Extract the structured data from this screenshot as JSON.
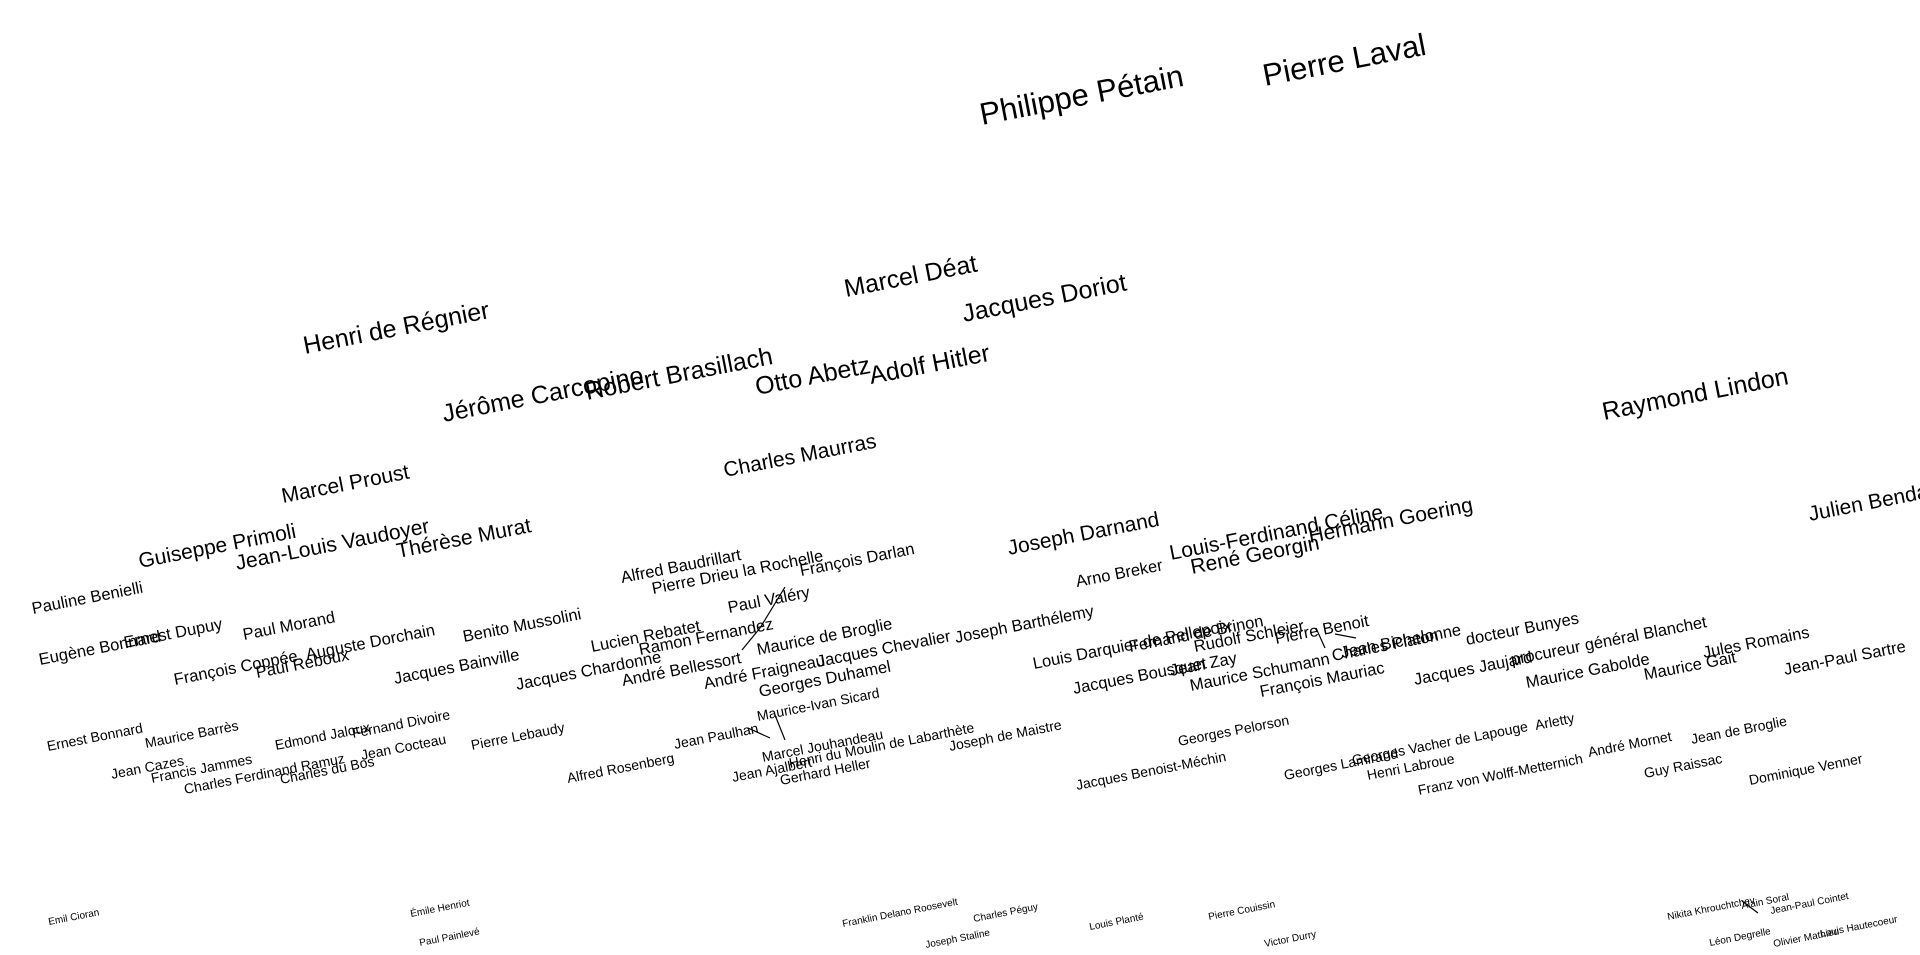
{
  "text_color": "#000000",
  "background_color": "#ffffff",
  "labels": [
    {
      "id": "w-petain",
      "text": "Philippe Pétain",
      "tier": "xl"
    },
    {
      "id": "w-laval",
      "text": "Pierre Laval",
      "tier": "xl"
    },
    {
      "id": "w-deat",
      "text": "Marcel Déat",
      "tier": "l"
    },
    {
      "id": "w-doriot",
      "text": "Jacques Doriot",
      "tier": "l"
    },
    {
      "id": "w-regnier",
      "text": "Henri de Régnier",
      "tier": "l"
    },
    {
      "id": "w-brasillach",
      "text": "Robert Brasillach",
      "tier": "l"
    },
    {
      "id": "w-carcopino",
      "text": "Jérôme Carcopino",
      "tier": "l"
    },
    {
      "id": "w-abetz",
      "text": "Otto Abetz",
      "tier": "l"
    },
    {
      "id": "w-hitler",
      "text": "Adolf Hitler",
      "tier": "l"
    },
    {
      "id": "w-lindon",
      "text": "Raymond Lindon",
      "tier": "l"
    },
    {
      "id": "w-maurras",
      "text": "Charles Maurras",
      "tier": "ml"
    },
    {
      "id": "w-proust",
      "text": "Marcel Proust",
      "tier": "ml"
    },
    {
      "id": "w-primoli",
      "text": "Guiseppe Primoli",
      "tier": "ml"
    },
    {
      "id": "w-vaudoyer",
      "text": "Jean-Louis Vaudoyer",
      "tier": "ml"
    },
    {
      "id": "w-murat",
      "text": "Thérèse Murat",
      "tier": "ml"
    },
    {
      "id": "w-darnand",
      "text": "Joseph Darnand",
      "tier": "ml"
    },
    {
      "id": "w-celine",
      "text": "Louis-Ferdinand Céline",
      "tier": "ml"
    },
    {
      "id": "w-goering",
      "text": "Hermann Goering",
      "tier": "ml"
    },
    {
      "id": "w-benda",
      "text": "Julien Benda",
      "tier": "ml"
    },
    {
      "id": "w-georgin",
      "text": "René Georgin",
      "tier": "ml"
    },
    {
      "id": "w-breker",
      "text": "Arno Breker",
      "tier": "m"
    },
    {
      "id": "w-baudrillart",
      "text": "Alfred Baudrillart",
      "tier": "m"
    },
    {
      "id": "w-drieu",
      "text": "Pierre Drieu la Rochelle",
      "tier": "m"
    },
    {
      "id": "w-darlan",
      "text": "François Darlan",
      "tier": "m"
    },
    {
      "id": "w-benielli",
      "text": "Pauline Benielli",
      "tier": "m"
    },
    {
      "id": "w-valery",
      "text": "Paul Valéry",
      "tier": "m"
    },
    {
      "id": "w-rebatet",
      "text": "Lucien Rebatet",
      "tier": "m"
    },
    {
      "id": "w-fernandez",
      "text": "Ramon Fernandez",
      "tier": "m"
    },
    {
      "id": "w-chardonne",
      "text": "Jacques Chardonne",
      "tier": "m"
    },
    {
      "id": "w-bellessort",
      "text": "André Bellessort",
      "tier": "m"
    },
    {
      "id": "w-mussolini",
      "text": "Benito Mussolini",
      "tier": "m"
    },
    {
      "id": "w-bainville",
      "text": "Jacques Bainville",
      "tier": "m"
    },
    {
      "id": "w-dorchain",
      "text": "Auguste Dorchain",
      "tier": "m"
    },
    {
      "id": "w-bonnard-e",
      "text": "Eugène Bonnard",
      "tier": "m"
    },
    {
      "id": "w-dupuy",
      "text": "Ernest Dupuy",
      "tier": "m"
    },
    {
      "id": "w-morand",
      "text": "Paul Morand",
      "tier": "m"
    },
    {
      "id": "w-coppee",
      "text": "François Coppée",
      "tier": "m"
    },
    {
      "id": "w-reboux",
      "text": "Paul Reboux",
      "tier": "m"
    },
    {
      "id": "w-broglie-m",
      "text": "Maurice de Broglie",
      "tier": "m"
    },
    {
      "id": "w-fraigneau",
      "text": "André Fraigneau",
      "tier": "m"
    },
    {
      "id": "w-chevalier",
      "text": "Jacques Chevalier",
      "tier": "m"
    },
    {
      "id": "w-duhamel",
      "text": "Georges Duhamel",
      "tier": "m"
    },
    {
      "id": "w-barthelemy",
      "text": "Joseph Barthélemy",
      "tier": "m"
    },
    {
      "id": "w-pellepoix",
      "text": "Louis Darquier de Pellepoix",
      "tier": "m"
    },
    {
      "id": "w-brinon",
      "text": "Fernand de Brinon",
      "tier": "m"
    },
    {
      "id": "w-bousquet",
      "text": "Jacques Bousquet",
      "tier": "m"
    },
    {
      "id": "w-schleier",
      "text": "Rudolf Schleier",
      "tier": "m"
    },
    {
      "id": "w-zay",
      "text": "Jean Zay",
      "tier": "m"
    },
    {
      "id": "w-benoit",
      "text": "Pierre Benoit",
      "tier": "m"
    },
    {
      "id": "w-schumann",
      "text": "Maurice Schumann",
      "tier": "m"
    },
    {
      "id": "w-platon",
      "text": "Charles Platon",
      "tier": "m"
    },
    {
      "id": "w-mauriac",
      "text": "François Mauriac",
      "tier": "m"
    },
    {
      "id": "w-bichelonne",
      "text": "Jean Bichelonne",
      "tier": "m"
    },
    {
      "id": "w-bunyes",
      "text": "docteur Bunyes",
      "tier": "m"
    },
    {
      "id": "w-jaujard",
      "text": "Jacques Jaujard",
      "tier": "m"
    },
    {
      "id": "w-blanchet",
      "text": "procureur général Blanchet",
      "tier": "m"
    },
    {
      "id": "w-gabolde",
      "text": "Maurice Gabolde",
      "tier": "m"
    },
    {
      "id": "w-gait",
      "text": "Maurice Gait",
      "tier": "m"
    },
    {
      "id": "w-romains",
      "text": "Jules Romains",
      "tier": "m"
    },
    {
      "id": "w-sartre",
      "text": "Jean-Paul Sartre",
      "tier": "m"
    },
    {
      "id": "w-sicard",
      "text": "Maurice-Ivan Sicard",
      "tier": "s"
    },
    {
      "id": "w-rosenberg",
      "text": "Alfred Rosenberg",
      "tier": "s"
    },
    {
      "id": "w-paulhan",
      "text": "Jean Paulhan",
      "tier": "s"
    },
    {
      "id": "w-jouhandeau",
      "text": "Marcel Jouhandeau",
      "tier": "s"
    },
    {
      "id": "w-labarthete",
      "text": "Henri du Moulin de Labarthète",
      "tier": "s"
    },
    {
      "id": "w-ajalbert",
      "text": "Jean Ajalbert",
      "tier": "s"
    },
    {
      "id": "w-heller",
      "text": "Gerhard Heller",
      "tier": "s"
    },
    {
      "id": "w-maistre",
      "text": "Joseph de Maistre",
      "tier": "s"
    },
    {
      "id": "w-benoist-mechin",
      "text": "Jacques Benoist-Méchin",
      "tier": "s"
    },
    {
      "id": "w-pelorson",
      "text": "Georges Pelorson",
      "tier": "s"
    },
    {
      "id": "w-lamirand",
      "text": "Georges Lamirand",
      "tier": "s"
    },
    {
      "id": "w-vacher",
      "text": "Georges Vacher de Lapouge",
      "tier": "s"
    },
    {
      "id": "w-labroue",
      "text": "Henri Labroue",
      "tier": "s"
    },
    {
      "id": "w-arletty",
      "text": "Arletty",
      "tier": "s"
    },
    {
      "id": "w-wolff",
      "text": "Franz von Wolff-Metternich",
      "tier": "s"
    },
    {
      "id": "w-mornet",
      "text": "André Mornet",
      "tier": "s"
    },
    {
      "id": "w-broglie-j",
      "text": "Jean de Broglie",
      "tier": "s"
    },
    {
      "id": "w-raissac",
      "text": "Guy Raissac",
      "tier": "s"
    },
    {
      "id": "w-venner",
      "text": "Dominique Venner",
      "tier": "s"
    },
    {
      "id": "w-bonnard-ern",
      "text": "Ernest Bonnard",
      "tier": "s"
    },
    {
      "id": "w-barres",
      "text": "Maurice Barrès",
      "tier": "s"
    },
    {
      "id": "w-cazes",
      "text": "Jean Cazes",
      "tier": "s"
    },
    {
      "id": "w-jammes",
      "text": "Francis Jammes",
      "tier": "s"
    },
    {
      "id": "w-jaloux",
      "text": "Edmond Jaloux",
      "tier": "s"
    },
    {
      "id": "w-ramuz",
      "text": "Charles Ferdinand Ramuz",
      "tier": "s"
    },
    {
      "id": "w-divoire",
      "text": "Fernand Divoire",
      "tier": "s"
    },
    {
      "id": "w-dubos",
      "text": "Charles du Bos",
      "tier": "s"
    },
    {
      "id": "w-cocteau",
      "text": "Jean Cocteau",
      "tier": "s"
    },
    {
      "id": "w-lebaudy",
      "text": "Pierre Lebaudy",
      "tier": "s"
    },
    {
      "id": "w-cioran",
      "text": "Emil Cioran",
      "tier": "xs"
    },
    {
      "id": "w-henriot",
      "text": "Émile Henriot",
      "tier": "xs"
    },
    {
      "id": "w-painleve",
      "text": "Paul Painlevé",
      "tier": "xs"
    },
    {
      "id": "w-roosevelt",
      "text": "Franklin Delano Roosevelt",
      "tier": "xs"
    },
    {
      "id": "w-staline",
      "text": "Joseph Staline",
      "tier": "xs"
    },
    {
      "id": "w-peguy",
      "text": "Charles Péguy",
      "tier": "xs"
    },
    {
      "id": "w-plante",
      "text": "Louis Planté",
      "tier": "xs"
    },
    {
      "id": "w-couissin",
      "text": "Pierre Couissin",
      "tier": "xs"
    },
    {
      "id": "w-durry",
      "text": "Victor Durry",
      "tier": "xs"
    },
    {
      "id": "w-khrouchtchev",
      "text": "Nikita Khrouchtchev",
      "tier": "xs"
    },
    {
      "id": "w-soral",
      "text": "Alain Soral",
      "tier": "xs"
    },
    {
      "id": "w-cointet",
      "text": "Jean-Paul Cointet",
      "tier": "xs"
    },
    {
      "id": "w-degrelle",
      "text": "Léon Degrelle",
      "tier": "xs"
    },
    {
      "id": "w-mathieu",
      "text": "Olivier Mathieu",
      "tier": "xs"
    },
    {
      "id": "w-hautecoeur",
      "text": "Louis Hautecoeur",
      "tier": "xs"
    }
  ]
}
